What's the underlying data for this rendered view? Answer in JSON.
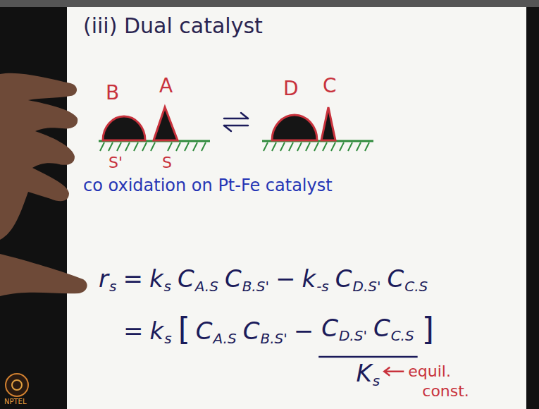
{
  "diagram": {
    "title": "(iii) Dual catalyst",
    "labels": [
      "B",
      "A",
      "S'",
      "S",
      "D",
      "C",
      "co oxidation on Pt-Fe catalyst",
      "r",
      "s",
      "=",
      "k",
      "s",
      "C",
      "A.S",
      "C",
      "B.S'",
      "−",
      "k",
      "-s",
      "C",
      "D.S'",
      "C",
      "C.S",
      "=",
      "k",
      "s",
      "[",
      "C",
      "A.S",
      "C",
      "B.S'",
      "−",
      "C",
      "D.S'",
      "C",
      "C.S",
      "K",
      "s",
      "]",
      "equil.",
      "const.",
      "NPTEL"
    ]
  }
}
